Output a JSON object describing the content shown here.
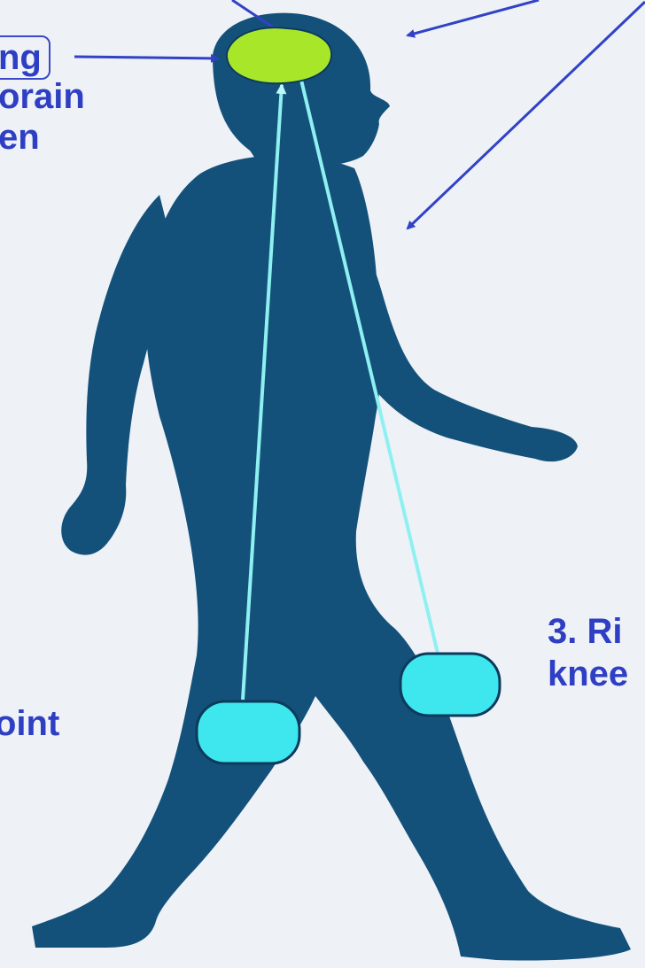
{
  "labels": {
    "left_top_boxed": "ng",
    "left_line2": "orain",
    "left_line3": "en",
    "left_bottom": "oint",
    "right_line1": "3. Ri",
    "right_line2": "knee"
  },
  "colors": {
    "background": "#eef2f7",
    "silhouette": "#14517a",
    "brain_marker": "#a8e62a",
    "sensor_marker": "#3ee6ee",
    "signal_line": "#8ff0f2",
    "pointer_arrow": "#3142c6",
    "label_text": "#2f3fc4"
  },
  "icons": {
    "figure": "walking-person-silhouette-icon",
    "brain": "brain-marker-icon",
    "sensor": "sensor-pad-icon"
  }
}
